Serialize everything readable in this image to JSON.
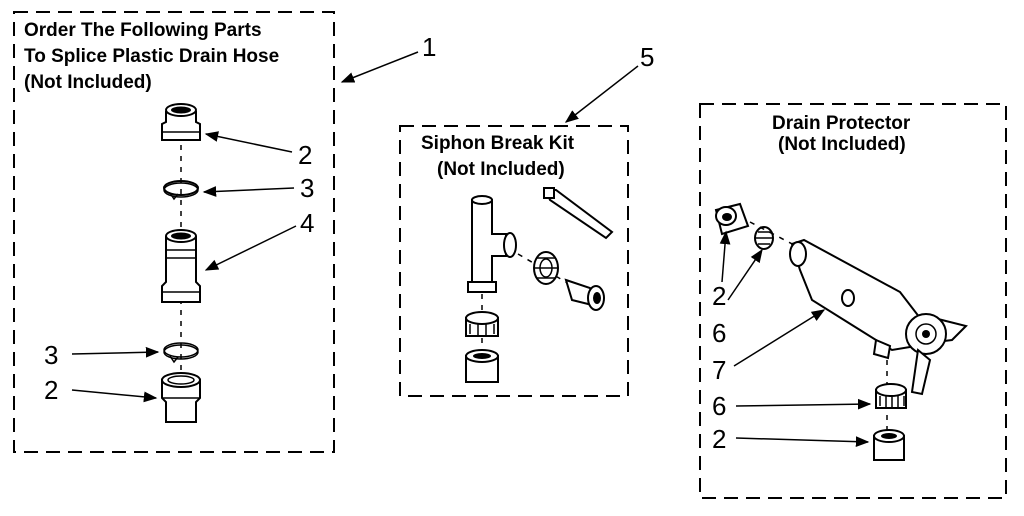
{
  "groups": {
    "splice": {
      "title_lines": [
        "Order The Following Parts",
        "To Splice Plastic Drain Hose",
        "(Not Included)"
      ],
      "callout": "1"
    },
    "siphon": {
      "title_lines": [
        "Siphon Break Kit",
        "(Not Included)"
      ],
      "callout": "5"
    },
    "protector": {
      "title_lines": [
        "Drain Protector",
        "(Not Included)"
      ]
    }
  },
  "callouts": {
    "splice_top_coupling": "2",
    "splice_top_clamp": "3",
    "splice_connector": "4",
    "splice_bottom_clamp": "3",
    "splice_bottom_coupling": "2",
    "protector_cap": "2",
    "protector_ring_top": "6",
    "protector_body": "7",
    "protector_ring_bottom": "6",
    "protector_bottom_cap": "2"
  }
}
